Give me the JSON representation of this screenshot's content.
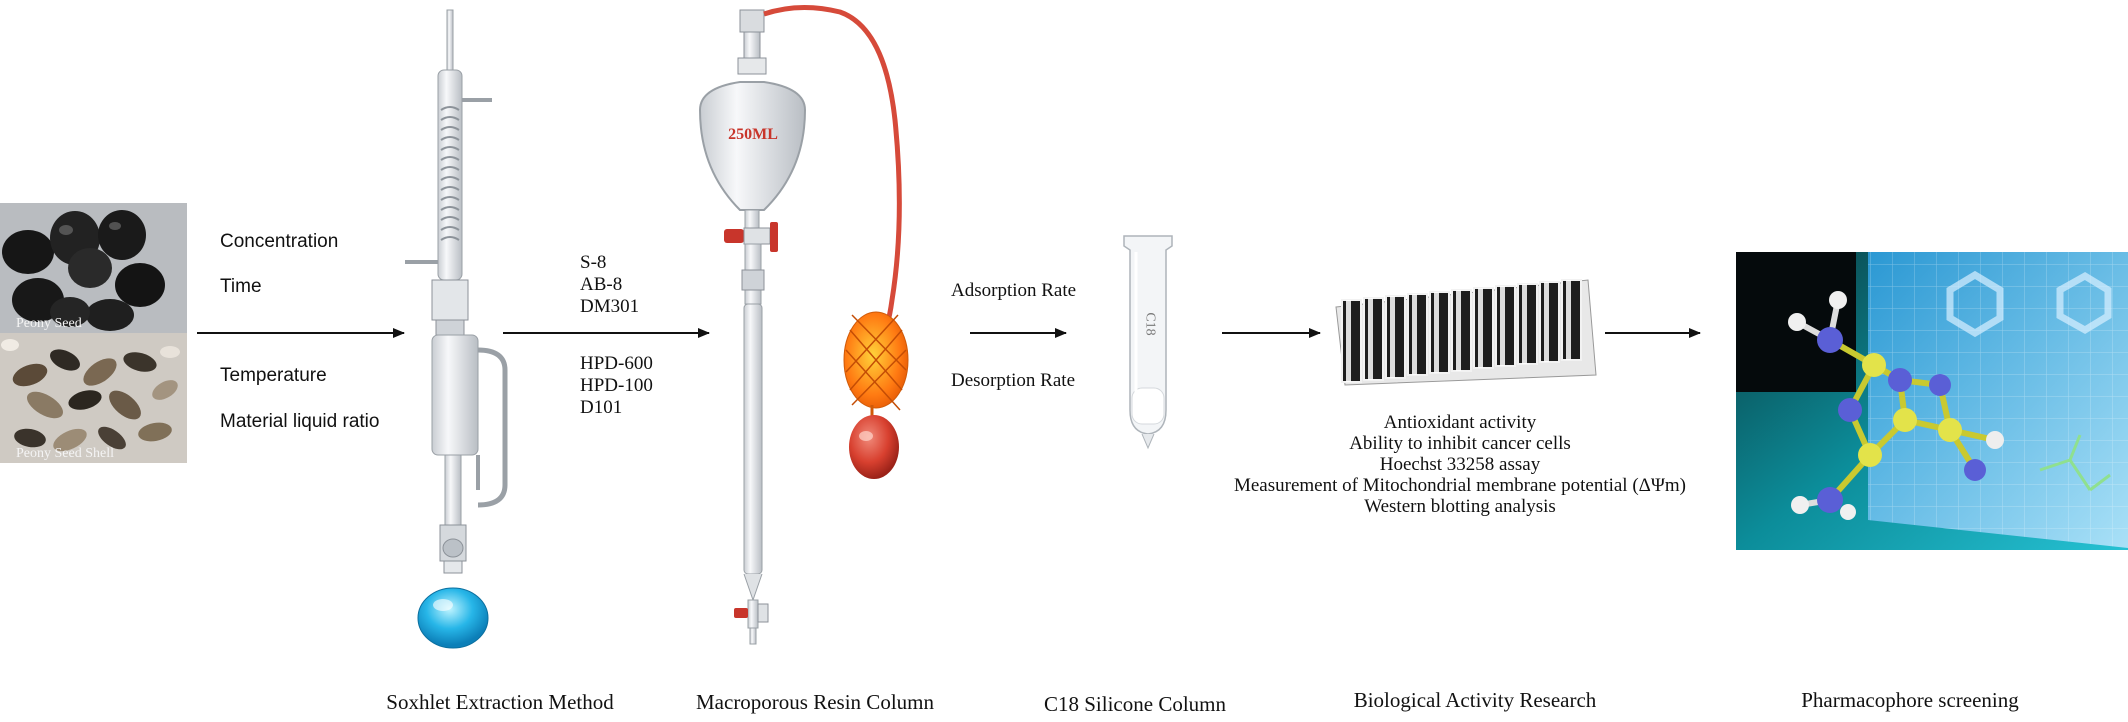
{
  "diagram": {
    "seed_photo": {
      "top_label": "Peony Seed",
      "bottom_label": "Peony Seed Shell"
    },
    "step1_params": {
      "top": [
        "Concentration",
        "Time"
      ],
      "bottom": [
        "Temperature",
        "Material liquid ratio"
      ]
    },
    "resins": {
      "group1": [
        "S-8",
        "AB-8",
        "DM301"
      ],
      "group2": [
        "HPD-600",
        "HPD-100",
        "D101"
      ]
    },
    "funnel_volume": "250ML",
    "column_params": [
      "Adsorption Rate",
      "Desorption Rate"
    ],
    "cartridge_label": "C18",
    "activity_tests": [
      "Antioxidant activity",
      "Ability to inhibit cancer cells",
      "Hoechst 33258 assay",
      "Measurement of Mitochondrial membrane  potential (ΔΨm)",
      "Western blotting analysis"
    ],
    "captions": {
      "soxhlet": "Soxhlet Extraction Method",
      "resin": "Macroporous Resin Column",
      "c18": "C18 Silicone  Column",
      "bio": "Biological  Activity Research",
      "pharma": "Pharmacophore screening"
    }
  }
}
